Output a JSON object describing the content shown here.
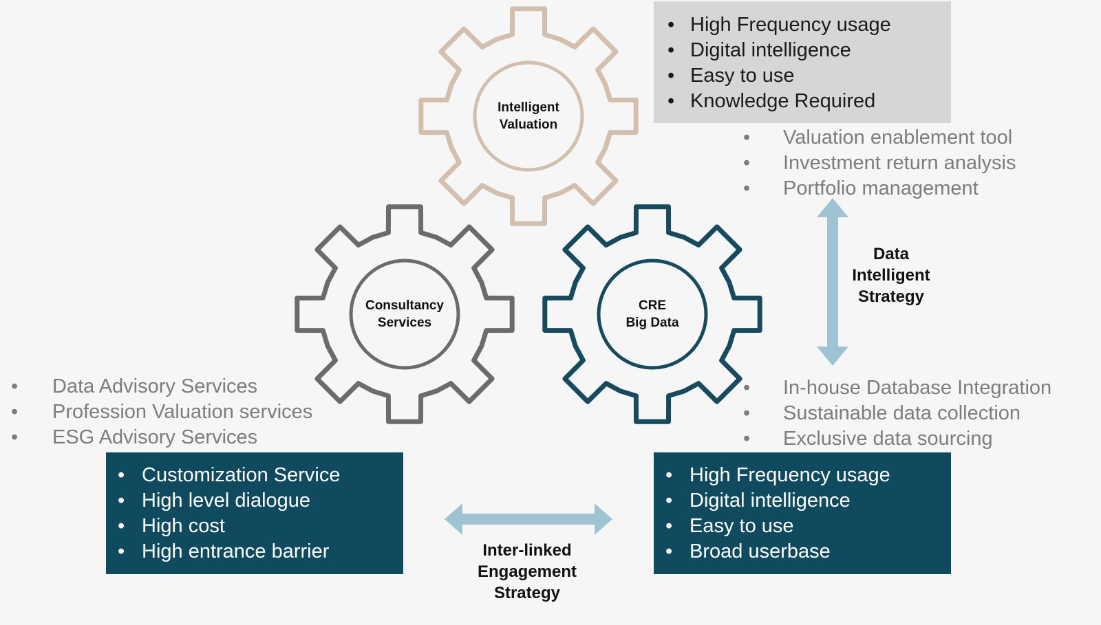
{
  "colors": {
    "gear_top": "#d2bfae",
    "gear_left": "#6b6b6b",
    "gear_right": "#164a5e",
    "box_grey": "#d6d6d6",
    "box_dark": "#0f4a5f",
    "arrow": "#9ec3d2",
    "list_grey_text": "#7d7d7d"
  },
  "gears": {
    "top": {
      "line1": "Intelligent",
      "line2": "Valuation"
    },
    "left": {
      "line1": "Consultancy",
      "line2": "Services"
    },
    "right": {
      "line1": "CRE",
      "line2": "Big Data"
    }
  },
  "top_right_box": {
    "items": [
      "High Frequency usage",
      "Digital intelligence",
      "Easy to use",
      "Knowledge Required"
    ]
  },
  "top_right_list": {
    "items": [
      "Valuation enablement tool",
      "Investment return analysis",
      "Portfolio management"
    ]
  },
  "data_strategy": {
    "line1": "Data",
    "line2": "Intelligent",
    "line3": "Strategy"
  },
  "middle_right_list": {
    "items": [
      "In-house Database Integration",
      "Sustainable data collection",
      "Exclusive data sourcing"
    ]
  },
  "left_list": {
    "items": [
      "Data Advisory Services",
      "Profession Valuation services",
      "ESG Advisory Services"
    ]
  },
  "bottom_left_box": {
    "items": [
      "Customization Service",
      "High level dialogue",
      "High cost",
      "High entrance barrier"
    ]
  },
  "bottom_right_box": {
    "items": [
      "High Frequency usage",
      "Digital intelligence",
      "Easy to use",
      "Broad userbase"
    ]
  },
  "engagement_strategy": {
    "line1": "Inter-linked",
    "line2": "Engagement",
    "line3": "Strategy"
  },
  "bullet": "•"
}
